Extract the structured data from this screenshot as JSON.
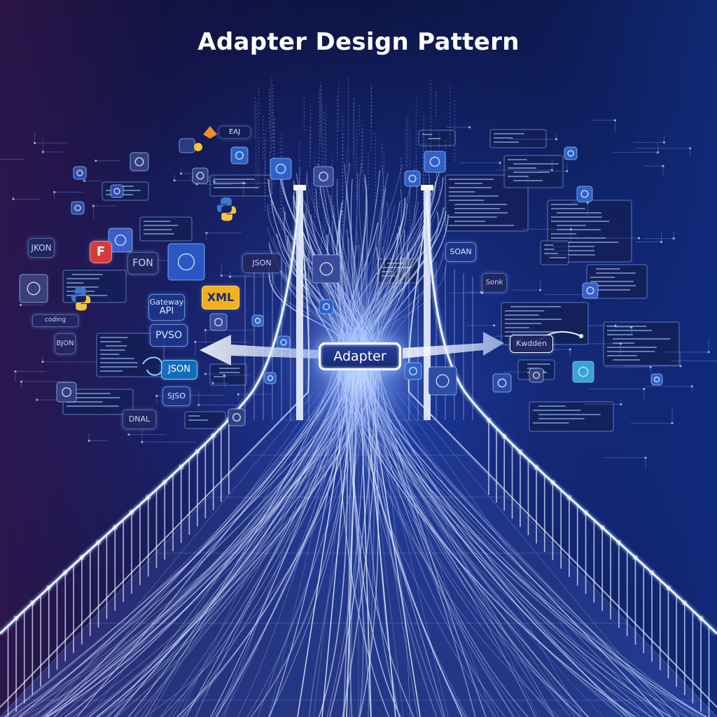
{
  "title": "Adapter Design Pattern",
  "adapter_label": "Adapter",
  "left_tags": {
    "jkon": "JKON",
    "fon": "FON",
    "gateway_api_line1": "Gateway",
    "gateway_api_line2": "API",
    "xml": "XML",
    "pvso": "PVSO",
    "json": "JSON",
    "bjson": "BJON",
    "dnal": "DNAL",
    "eaj": "EAJ",
    "sjson": "SJSO",
    "coding": "coding",
    "f_logo": "F"
  },
  "right_tags": {
    "soan": "SOAN",
    "sonk": "Sonk",
    "json_pill": "JSON",
    "kwdden": "Kwdden"
  },
  "colors": {
    "accent": "#ffffff",
    "bridge": "#dfe8ff",
    "xml_tag": "#f2b01e",
    "logo_red": "#d63a3a",
    "python_blue": "#3d78c9",
    "python_yellow": "#f3c53a"
  }
}
